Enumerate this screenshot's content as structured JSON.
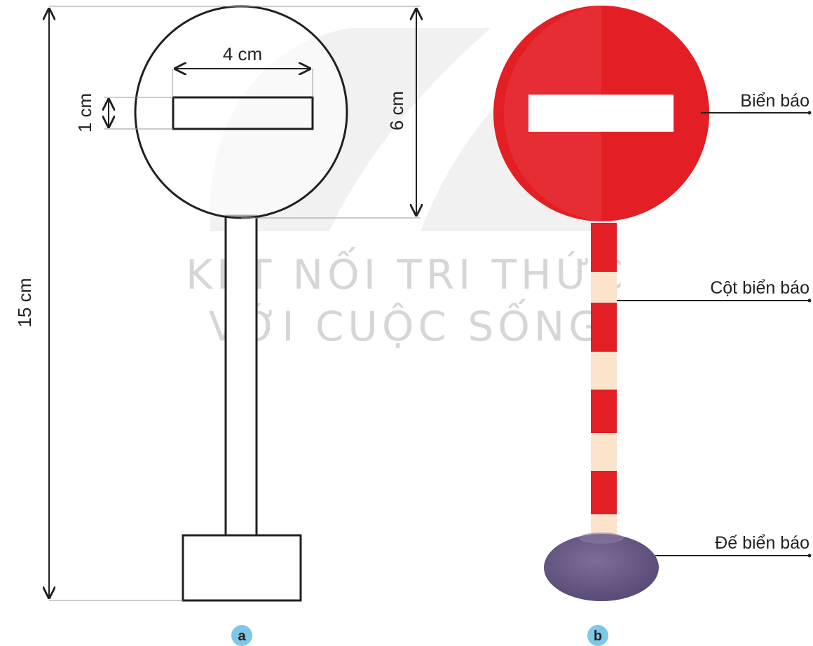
{
  "watermark": {
    "line1": "KẾT NỐI TRI THỨC",
    "line2": "VỚI CUỘC SỐNG"
  },
  "figure_a": {
    "badge": "a",
    "dim_total_height": "15 cm",
    "dim_sign_diameter": "6 cm",
    "dim_bar_width": "4 cm",
    "dim_bar_height": "1 cm"
  },
  "figure_b": {
    "badge": "b",
    "label_sign": "Biển báo",
    "label_pole": "Cột biển báo",
    "label_base": "Đế biển báo"
  },
  "colors": {
    "sign_red": "#e31e24",
    "bar_white": "#ffffff",
    "pole_cream": "#fbe3cc",
    "base_purple": "#6a5a87",
    "badge_blue": "#7ec8e6",
    "line_dark": "#231f20"
  }
}
